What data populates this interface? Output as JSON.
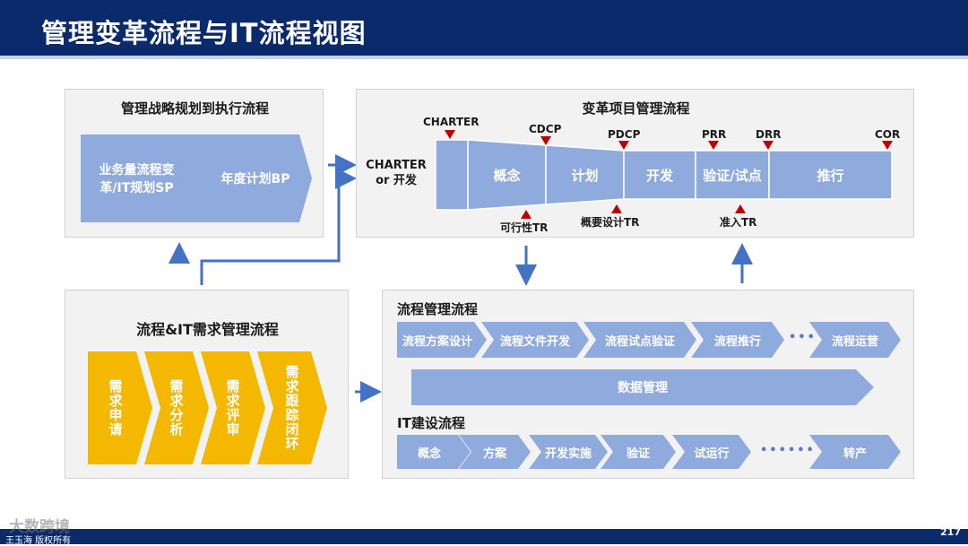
{
  "header": {
    "title": "管理变革流程与IT流程视图"
  },
  "footer": {
    "page_number": "217",
    "watermark": "大数跨境",
    "copyright": "王玉海 版权所有"
  },
  "strategy_panel": {
    "title": "管理战略规划到执行流程",
    "steps": [
      "业务量流程变革/IT规划SP",
      "年度计划BP"
    ]
  },
  "change_panel": {
    "title": "变革项目管理流程",
    "entry_label": "CHARTER or 开发",
    "phases": [
      "概念",
      "计划",
      "开发",
      "验证/试点",
      "推行"
    ],
    "milestones_top": [
      "CHARTER",
      "CDCP",
      "PDCP",
      "PRR",
      "DRR",
      "COR"
    ],
    "milestones_bottom": [
      "可行性TR",
      "概要设计TR",
      "准入TR"
    ]
  },
  "requirement_panel": {
    "title": "流程&IT需求管理流程",
    "steps": [
      "需求申请",
      "需求分析",
      "需求评审",
      "需求跟踪闭环"
    ]
  },
  "process_panel": {
    "process_title": "流程管理流程",
    "process_steps": [
      "流程方案设计",
      "流程文件开发",
      "流程试点验证",
      "流程推行",
      "流程运营"
    ],
    "process_dots": "•••",
    "data_bar": "数据管理",
    "it_title": "IT建设流程",
    "it_steps": [
      "概念",
      "方案",
      "开发实施",
      "验证",
      "试运行",
      "转产"
    ],
    "it_dots": "••••••",
    "colors": {
      "chevron": "#8faadc",
      "requirement": "#f5b800",
      "milestone": "#c00000",
      "connector": "#4472c4"
    }
  }
}
